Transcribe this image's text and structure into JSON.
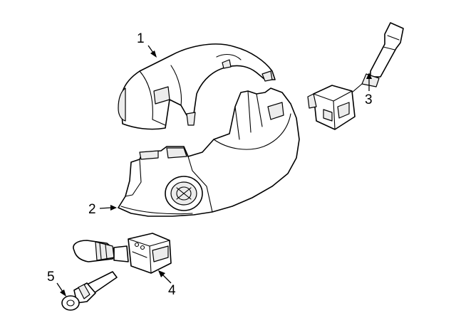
{
  "callouts": [
    {
      "id": "1",
      "label": "1"
    },
    {
      "id": "2",
      "label": "2"
    },
    {
      "id": "3",
      "label": "3"
    },
    {
      "id": "4",
      "label": "4"
    },
    {
      "id": "5",
      "label": "5"
    }
  ],
  "parts": [
    {
      "callout": "1",
      "icon": "upper-steering-column-shroud"
    },
    {
      "callout": "2",
      "icon": "lower-steering-column-shroud"
    },
    {
      "callout": "3",
      "icon": "wiper-switch-stalk"
    },
    {
      "callout": "4",
      "icon": "ignition-switch-assembly"
    },
    {
      "callout": "5",
      "icon": "ignition-key-cylinder"
    }
  ]
}
